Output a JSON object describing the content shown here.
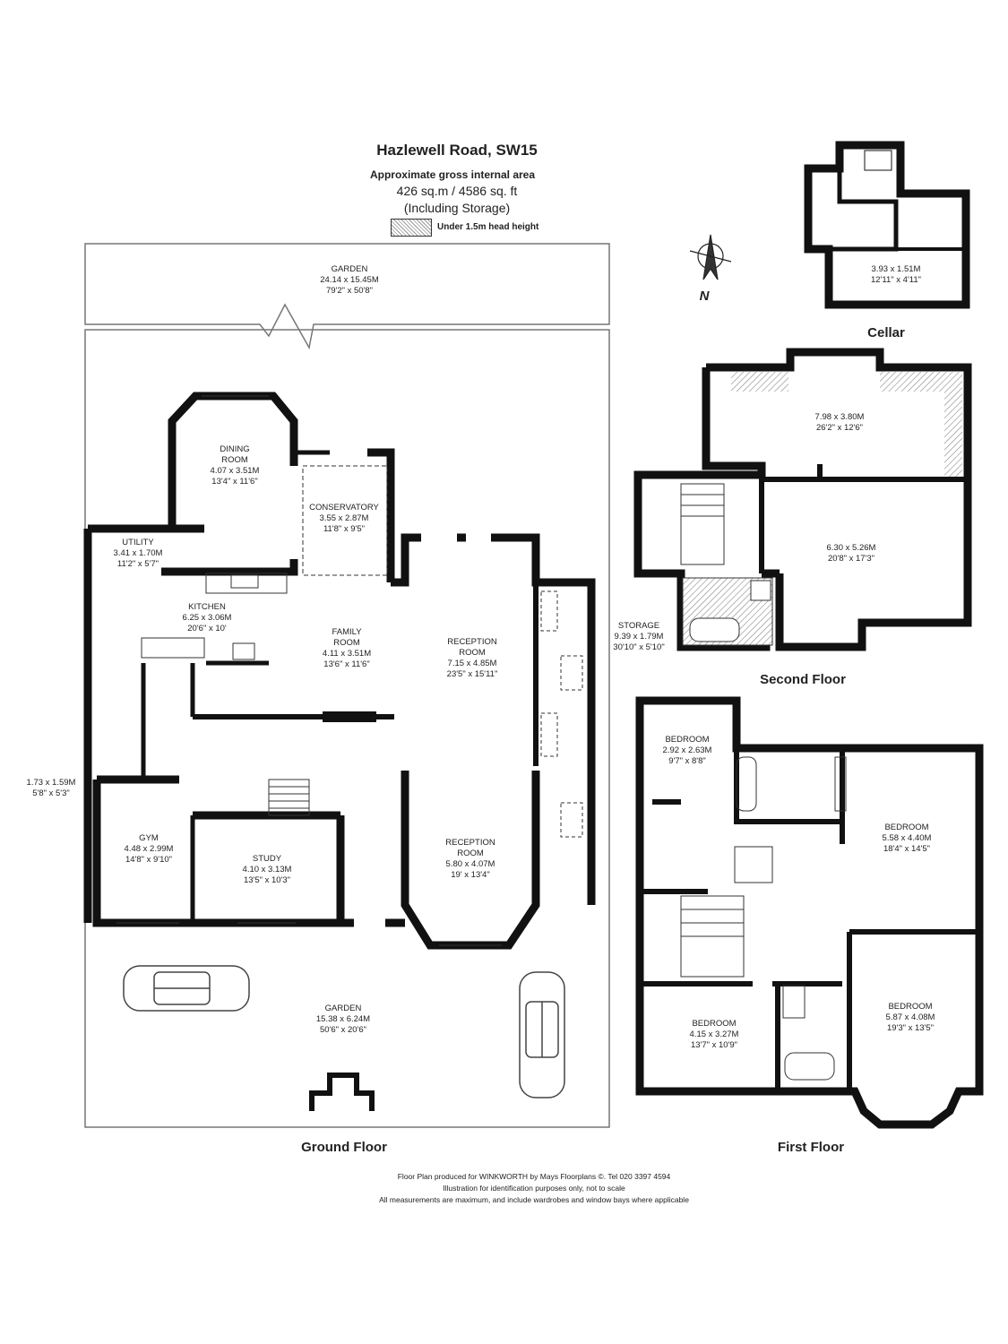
{
  "header": {
    "title": "Hazlewell Road, SW15",
    "subtitle": "Approximate gross internal area",
    "area": "426 sq.m /  4586 sq. ft",
    "storage_note": "(Including Storage)",
    "legend_label": "Under 1.5m head height"
  },
  "compass_label": "N",
  "floors": {
    "ground": "Ground Floor",
    "first": "First Floor",
    "second": "Second Floor",
    "cellar": "Cellar"
  },
  "rooms": {
    "garden_rear": {
      "name": "GARDEN",
      "metric": "24.14 x 15.45M",
      "imperial": "79'2\" x 50'8\""
    },
    "dining": {
      "name1": "DINING",
      "name2": "ROOM",
      "metric": "4.07 x 3.51M",
      "imperial": "13'4\" x 11'6\""
    },
    "conservatory": {
      "name": "CONSERVATORY",
      "metric": "3.55 x 2.87M",
      "imperial": "11'8\" x 9'5\""
    },
    "utility": {
      "name": "UTILITY",
      "metric": "3.41 x 1.70M",
      "imperial": "11'2\" x 5'7\""
    },
    "kitchen": {
      "name": "KITCHEN",
      "metric": "6.25 x 3.06M",
      "imperial": "20'6\" x 10'"
    },
    "family": {
      "name1": "FAMILY",
      "name2": "ROOM",
      "metric": "4.11 x 3.51M",
      "imperial": "13'6\" x 11'6\""
    },
    "reception1": {
      "name1": "RECEPTION",
      "name2": "ROOM",
      "metric": "7.15 x 4.85M",
      "imperial": "23'5\" x 15'11\""
    },
    "storage": {
      "name": "STORAGE",
      "metric": "9.39 x 1.79M",
      "imperial": "30'10\" x 5'10\""
    },
    "side_store": {
      "metric": "1.73 x 1.59M",
      "imperial": "5'8\" x 5'3\""
    },
    "gym": {
      "name": "GYM",
      "metric": "4.48 x 2.99M",
      "imperial": "14'8\" x 9'10\""
    },
    "study": {
      "name": "STUDY",
      "metric": "4.10 x 3.13M",
      "imperial": "13'5\" x 10'3\""
    },
    "reception2": {
      "name1": "RECEPTION",
      "name2": "ROOM",
      "metric": "5.80 x 4.07M",
      "imperial": "19' x 13'4\""
    },
    "garden_front": {
      "name": "GARDEN",
      "metric": "15.38 x 6.24M",
      "imperial": "50'6\" x 20'6\""
    },
    "cellar_room": {
      "metric": "3.93 x 1.51M",
      "imperial": "12'11\" x 4'11\""
    },
    "second_room1": {
      "metric": "7.98 x 3.80M",
      "imperial": "26'2\" x 12'6\""
    },
    "second_room2": {
      "metric": "6.30 x 5.26M",
      "imperial": "20'8\" x 17'3\""
    },
    "bed1": {
      "name": "BEDROOM",
      "metric": "2.92 x 2.63M",
      "imperial": "9'7\" x 8'8\""
    },
    "bed2": {
      "name": "BEDROOM",
      "metric": "5.58 x 4.40M",
      "imperial": "18'4\" x 14'5\""
    },
    "bed3": {
      "name": "BEDROOM",
      "metric": "4.15 x 3.27M",
      "imperial": "13'7\" x 10'9\""
    },
    "bed4": {
      "name": "BEDROOM",
      "metric": "5.87 x 4.08M",
      "imperial": "19'3\" x 13'5\""
    }
  },
  "footer": {
    "line1": "Floor Plan produced for WINKWORTH by Mays Floorplans ©.  Tel 020 3397 4594",
    "line2": "Illustration for identification purposes only, not to scale",
    "line3": "All measurements are maximum, and include wardrobes and window bays where applicable"
  }
}
